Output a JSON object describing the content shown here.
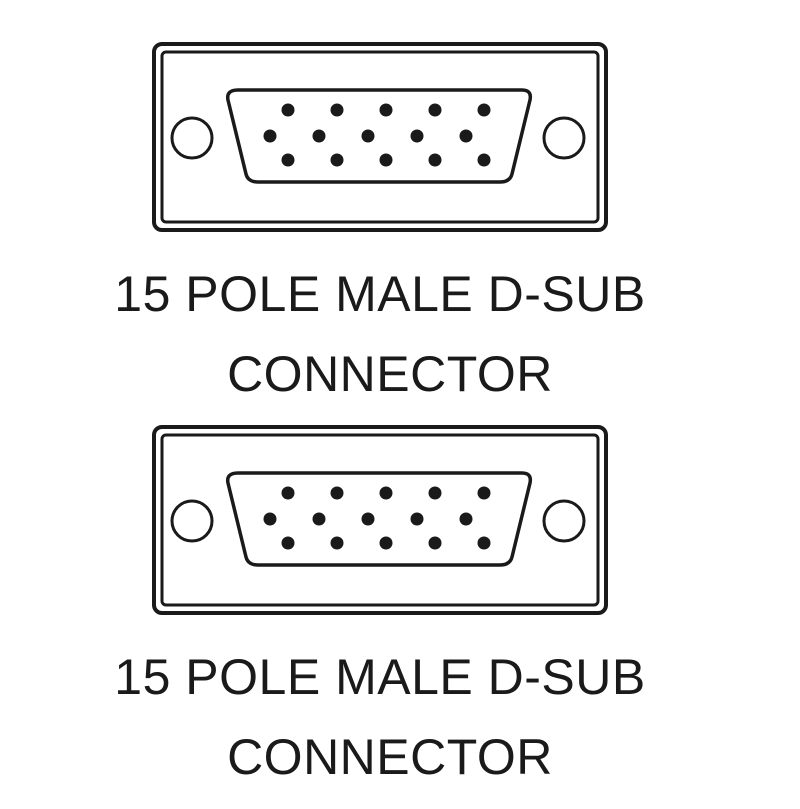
{
  "connectors": [
    {
      "caption_line_1": "15 POLE MALE D-SUB",
      "caption_line_2": "CONNECTOR",
      "pin_rows": [
        5,
        5,
        5
      ]
    },
    {
      "caption_line_1": "15 POLE MALE D-SUB",
      "caption_line_2": "CONNECTOR",
      "pin_rows": [
        5,
        5,
        5
      ]
    }
  ],
  "colors": {
    "stroke": "#1a1a1a",
    "background": "#ffffff"
  }
}
